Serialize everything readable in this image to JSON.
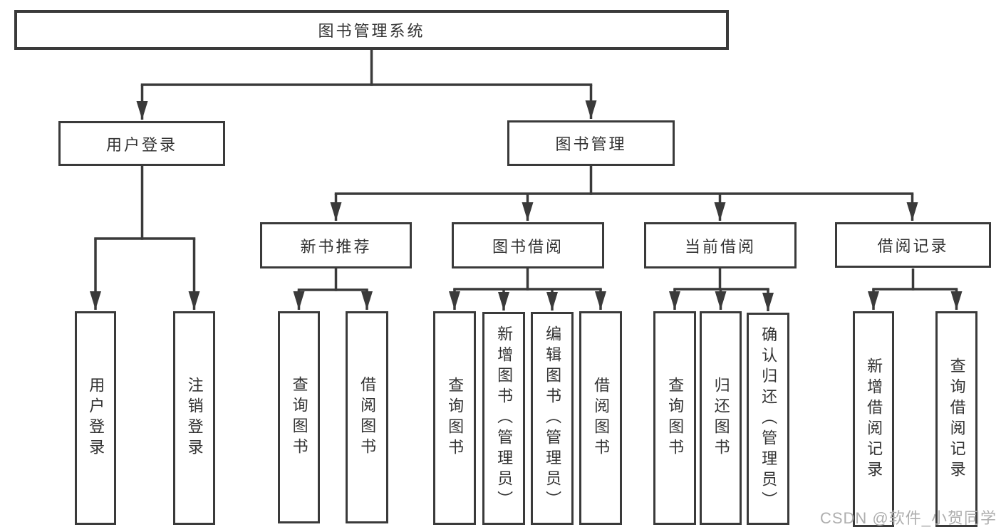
{
  "tree": {
    "root": {
      "label": "图书管理系统"
    },
    "branches": [
      {
        "label": "用户登录",
        "leaves": [
          {
            "label": "用户登录"
          },
          {
            "label": "注销登录"
          }
        ]
      },
      {
        "label": "图书管理",
        "groups": [
          {
            "label": "新书推荐",
            "leaves": [
              {
                "label": "查询图书"
              },
              {
                "label": "借阅图书"
              }
            ]
          },
          {
            "label": "图书借阅",
            "leaves": [
              {
                "label": "查询图书"
              },
              {
                "label": "新增图书（管理员）"
              },
              {
                "label": "编辑图书（管理员）"
              },
              {
                "label": "借阅图书"
              }
            ]
          },
          {
            "label": "当前借阅",
            "leaves": [
              {
                "label": "查询图书"
              },
              {
                "label": "归还图书"
              },
              {
                "label": "确认归还（管理员）"
              }
            ]
          },
          {
            "label": "借阅记录",
            "leaves": [
              {
                "label": "新增借阅记录"
              },
              {
                "label": "查询借阅记录"
              }
            ]
          }
        ]
      }
    ]
  },
  "watermark": {
    "text": "CSDN @软件_小贺同学"
  },
  "colors": {
    "line": "#3a3a3a",
    "text": "#333333",
    "background": "#ffffff",
    "watermark": "#aeaeae"
  }
}
